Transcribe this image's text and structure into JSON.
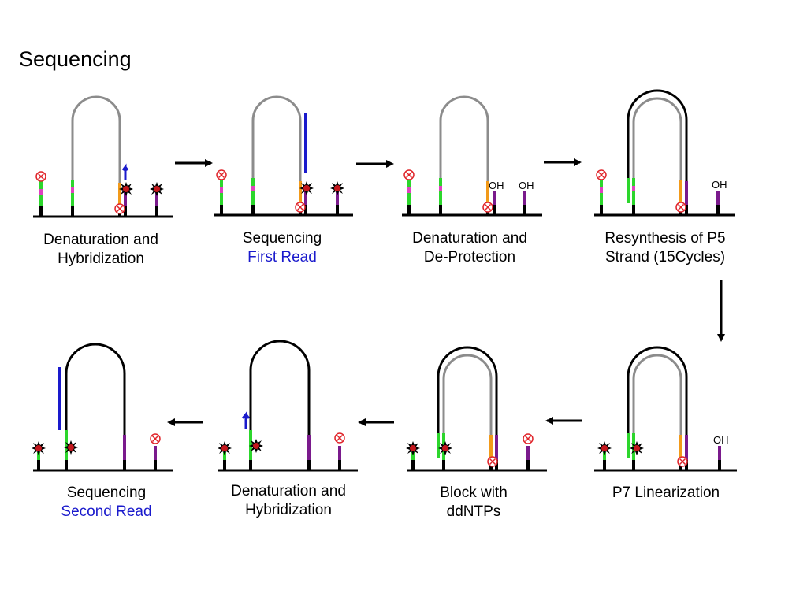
{
  "title": "Sequencing",
  "oh_label": "OH",
  "colors": {
    "grey_strand": "#8c8c8c",
    "black_strand": "#000000",
    "green": "#2cd62c",
    "pink": "#e040c0",
    "orange": "#f29a1a",
    "purple": "#7a1a8c",
    "blue": "#1a1acc",
    "block_red": "#e0242a",
    "fluor_red": "#c4161c"
  },
  "steps": [
    {
      "line1": "Denaturation and",
      "line2": "Hybridization",
      "line2_style": "normal"
    },
    {
      "line1": "Sequencing",
      "line2": "First Read",
      "line2_style": "blue"
    },
    {
      "line1": "Denaturation and",
      "line2": "De-Protection",
      "line2_style": "normal"
    },
    {
      "line1": "Resynthesis of P5",
      "line2": "Strand (15Cycles)",
      "line2_style": "normal"
    },
    {
      "line1": "P7 Linearization",
      "line2": "",
      "line2_style": "normal"
    },
    {
      "line1": "Block with",
      "line2": "ddNTPs",
      "line2_style": "normal"
    },
    {
      "line1": "Denaturation and",
      "line2": "Hybridization",
      "line2_style": "normal"
    },
    {
      "line1": "Sequencing",
      "line2": "Second Read",
      "line2_style": "blue"
    }
  ]
}
